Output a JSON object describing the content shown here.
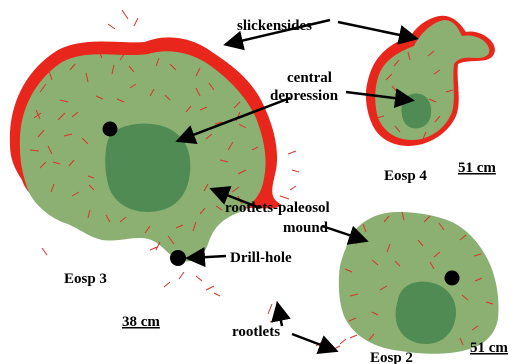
{
  "colors": {
    "background": "#ffffff",
    "mound_fill": "#8bb072",
    "depression_fill": "#4f8b52",
    "slickenside_fill": "#e8261b",
    "rootlet_stroke": "#d9342a",
    "arrow": "#000000",
    "drill_hole": "#000000"
  },
  "labels": {
    "slickensides": "slickensides",
    "central_depression_line1": "central",
    "central_depression_line2": "depression",
    "rootlets_paleosol_line1": "rootlets-paleosol",
    "rootlets_paleosol_line2": "mound",
    "drill_hole": "Drill-hole",
    "rootlets": "rootlets"
  },
  "specimens": {
    "eosp3": {
      "name": "Eosp 3",
      "scale": "38 cm"
    },
    "eosp4": {
      "name": "Eosp 4",
      "scale": "51 cm"
    },
    "eosp2": {
      "name": "Eosp 2",
      "scale": "51 cm"
    }
  }
}
